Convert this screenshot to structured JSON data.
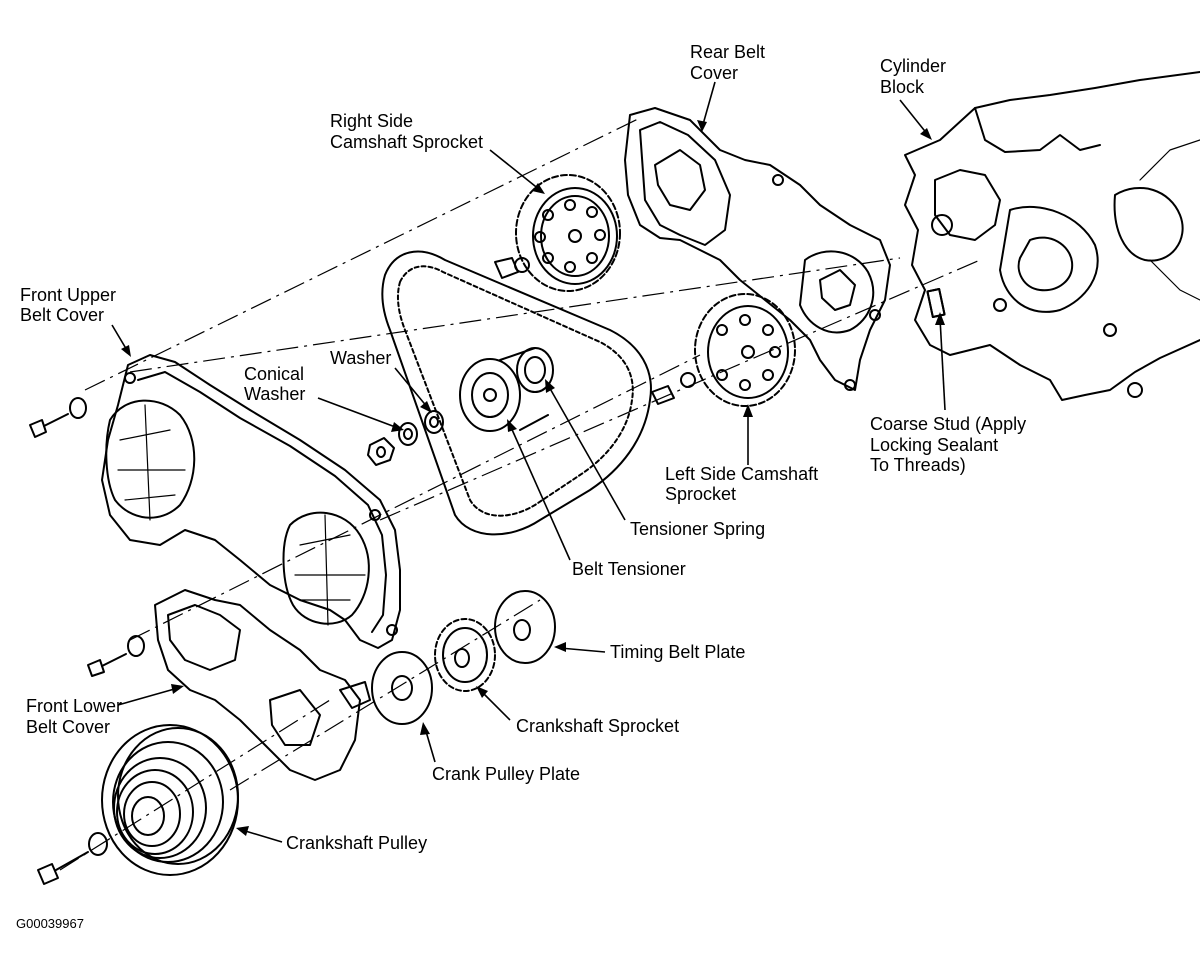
{
  "labels": {
    "rear_belt_cover": [
      "Rear Belt",
      "Cover"
    ],
    "cylinder_block": [
      "Cylinder",
      "Block"
    ],
    "right_side_camshaft_sprocket": [
      "Right Side",
      "Camshaft Sprocket"
    ],
    "front_upper_belt_cover": [
      "Front Upper",
      "Belt Cover"
    ],
    "washer": [
      "Washer"
    ],
    "conical_washer": [
      "Conical",
      "Washer"
    ],
    "coarse_stud": [
      "Coarse Stud (Apply",
      "Locking Sealant",
      "To Threads)"
    ],
    "left_side_camshaft_sprocket": [
      "Left Side Camshaft",
      "Sprocket"
    ],
    "tensioner_spring": [
      "Tensioner Spring"
    ],
    "belt_tensioner": [
      "Belt Tensioner"
    ],
    "timing_belt_plate": [
      "Timing Belt Plate"
    ],
    "front_lower_belt_cover": [
      "Front Lower",
      "Belt Cover"
    ],
    "crankshaft_sprocket": [
      "Crankshaft Sprocket"
    ],
    "crank_pulley_plate": [
      "Crank Pulley Plate"
    ],
    "crankshaft_pulley": [
      "Crankshaft Pulley"
    ]
  },
  "figure_code": "G00039967"
}
